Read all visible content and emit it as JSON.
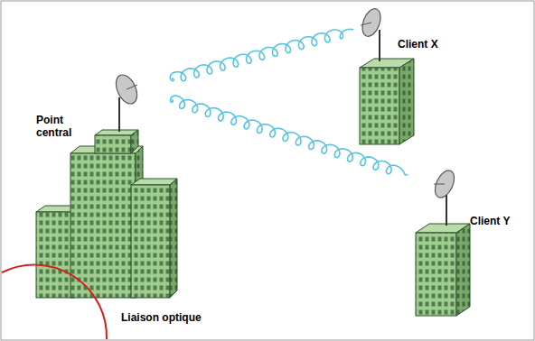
{
  "diagram": {
    "nodes": [
      {
        "text": [
          "Point central"
        ]
      },
      {
        "text": [
          "Client X"
        ]
      },
      {
        "text": [
          "Client Y"
        ]
      }
    ],
    "edges": [
      {
        "from": 0,
        "to": 1,
        "arrow": "none"
      },
      {
        "from": 0,
        "to": 2,
        "arrow": "none"
      }
    ],
    "labels": [
      "Liaison optique"
    ]
  }
}
